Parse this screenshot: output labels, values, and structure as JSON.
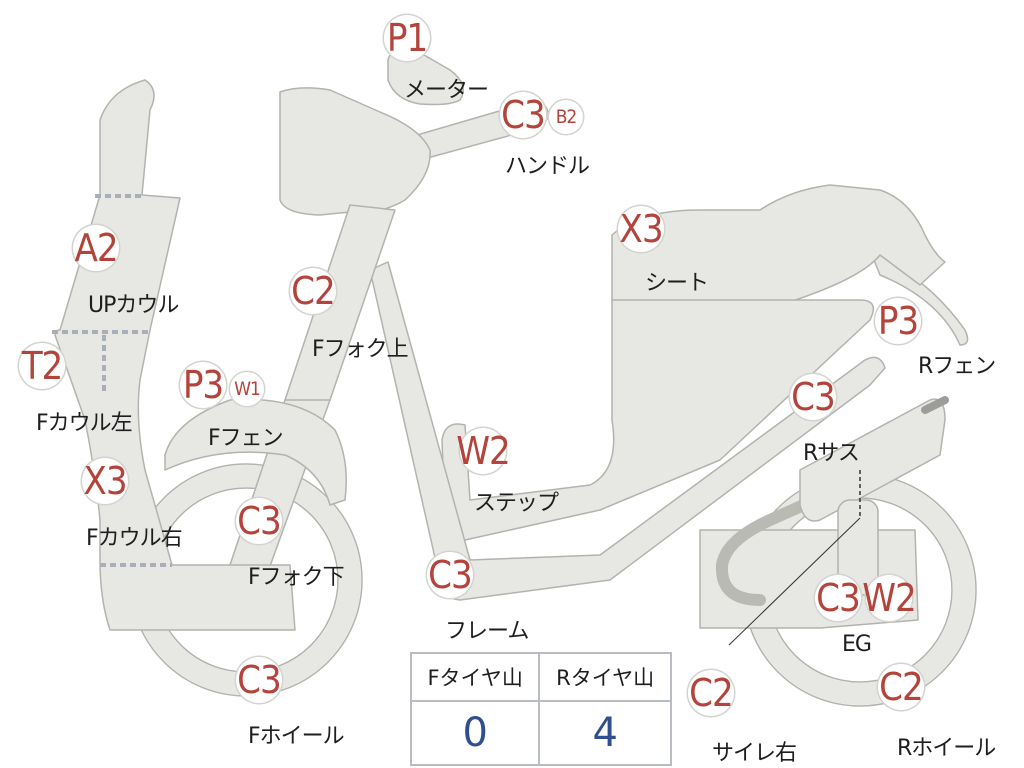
{
  "parts": {
    "meter": {
      "grade": "P1",
      "label": "メーター"
    },
    "handle": {
      "grade": "C3",
      "sub": "B2",
      "label": "ハンドル"
    },
    "up_cowl": {
      "grade": "A2",
      "label": "UPカウル"
    },
    "f_cowl_left": {
      "grade": "T2",
      "label": "Fカウル左"
    },
    "f_cowl_right": {
      "grade": "X3",
      "label": "Fカウル右"
    },
    "f_fender": {
      "grade": "P3",
      "sub": "W1",
      "label": "Fフェン"
    },
    "f_fork_upper": {
      "grade": "C2",
      "label": "Fフォク上"
    },
    "f_fork_lower": {
      "grade": "C3",
      "label": "Fフォク下"
    },
    "f_wheel": {
      "grade": "C3",
      "label": "Fホイール"
    },
    "seat": {
      "grade": "X3",
      "label": "シート"
    },
    "r_fender": {
      "grade": "P3",
      "label": "Rフェン"
    },
    "r_suspension": {
      "grade": "C3",
      "label": "Rサス"
    },
    "step": {
      "grade": "W2",
      "label": "ステップ"
    },
    "frame": {
      "grade": "C3",
      "label": "フレーム"
    },
    "engine": {
      "grade": "C3",
      "sub": "W2",
      "label": "EG"
    },
    "r_wheel": {
      "grade": "C2",
      "label": "Rホイール"
    },
    "silencer_right": {
      "grade": "C2",
      "label": "サイレ右"
    }
  },
  "tread": {
    "headers": [
      "Fタイヤ山",
      "Rタイヤ山"
    ],
    "values": [
      "0",
      "4"
    ]
  },
  "colors": {
    "part_fill": "#e7e8e3",
    "part_stroke": "#b2b3ad",
    "grade_text": "#b4443b",
    "tread_value": "#2f4f8f"
  }
}
